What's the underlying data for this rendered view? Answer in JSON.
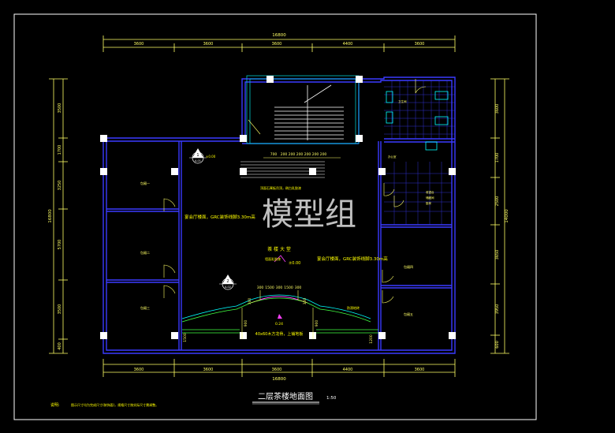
{
  "drawing": {
    "title": "二层茶楼地面图",
    "scale": "1:50",
    "note_label": "说明:",
    "note_text": "图示尺寸均为完成尺寸(装饰面)，规格尺寸按实际尺寸需调整。",
    "watermark": "模型组"
  },
  "dimensions": {
    "top_total": "16800",
    "top_segments": [
      "3600",
      "3600",
      "3600",
      "4400",
      "3600"
    ],
    "bottom_total": "16800",
    "bottom_segments": [
      "3600",
      "3600",
      "3600",
      "4400",
      "3600"
    ],
    "left_total": "16800",
    "left_segments": [
      "3500",
      "1700",
      "3250",
      "5700",
      "3500",
      "400"
    ],
    "right_total": "14000",
    "right_segments": [
      "3600",
      "1700",
      "2500",
      "3650",
      "3950",
      "600"
    ],
    "stair_segments": [
      "700",
      "200",
      "200",
      "200",
      "200",
      "200",
      "200"
    ],
    "stage_segments": [
      "300",
      "1500",
      "300",
      "1500",
      "300"
    ],
    "stage_left": "300",
    "stage_right": "300",
    "stage_width": "900",
    "small_1500": "1500",
    "small_1200": "1200"
  },
  "labels": {
    "tea_hall": "茶 楼 大 堂",
    "floor_elev": "±0.00",
    "grc_left": "宴会厅楼面，GRC装饰线脚3.30m高",
    "grc_right": "宴会厅楼面，GRC装饰线脚3.30m高",
    "stage_note": "40x60木方龙骨，上铺地板",
    "room1": "包厢一",
    "room2": "包厢二",
    "room3": "包厢三",
    "room4": "包厢四",
    "room5": "包厢五",
    "toilet": "卫生间",
    "office": "办公室",
    "cashier": "收银台",
    "mark_elev": "±0.00",
    "mark_elev2": "0.24",
    "ceiling_note": "顶面石膏板吊顶，刷白乳胶漆",
    "wall_note": "墙面乳胶漆",
    "tiles_note": "防滑地砖",
    "storage": "储藏间",
    "kitchen": "厨房"
  },
  "section_marks": [
    {
      "num": "1",
      "sheet": "A-01"
    },
    {
      "num": "2",
      "sheet": "A-02"
    }
  ],
  "colors": {
    "background": "#000000",
    "frame": "#ffffff",
    "wall": "#3a3aff",
    "dimension": "#ffff66",
    "text_yellow": "#ffff00",
    "cyan": "#00ffff",
    "green": "#40ff40",
    "magenta": "#ff40ff",
    "red": "#ff3030"
  }
}
